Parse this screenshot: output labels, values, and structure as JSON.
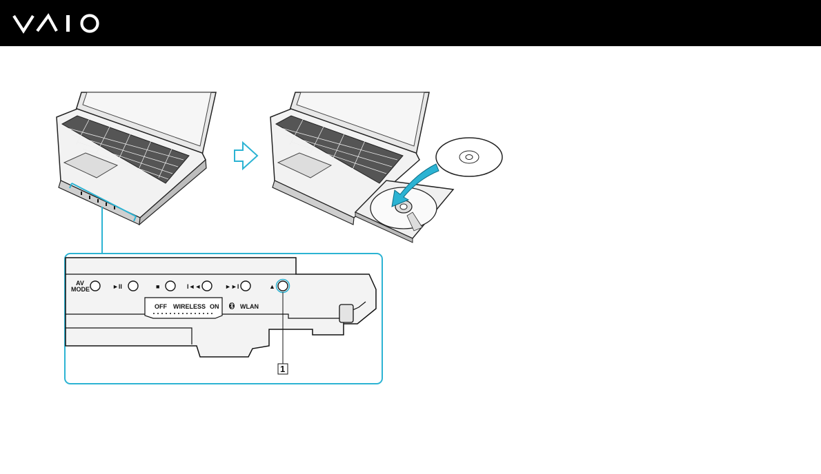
{
  "header": {
    "logo_icon": "vaio-logo-icon",
    "background": "#000000"
  },
  "illustration": {
    "accent_color": "#2bb3d3",
    "panel_labels": {
      "av_top": "AV",
      "av_bottom": "MODE",
      "play_pause": "►II",
      "stop": "■",
      "prev": "I◄◄",
      "next": "►►I",
      "eject": "▲",
      "wireless_off": "OFF",
      "wireless": "WIRELESS",
      "wireless_on": "ON",
      "wlan": "WLAN"
    },
    "callout_number": "1"
  }
}
